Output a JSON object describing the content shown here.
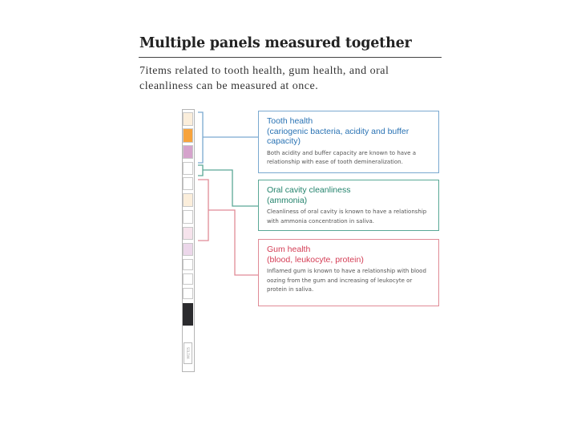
{
  "header": {
    "title": "Multiple panels measured together",
    "subtitle": "7items related to tooth health, gum health, and oral cleanliness can be measured at once."
  },
  "strip": {
    "pads": [
      {
        "color": "#fbeedb"
      },
      {
        "color": "#f7a33c"
      },
      {
        "color": "#d5a3cc"
      },
      {
        "color": "#ffffff"
      },
      {
        "color": "#ffffff"
      },
      {
        "color": "#fbeedb"
      },
      {
        "color": "#ffffff"
      },
      {
        "color": "#f6e3ec"
      },
      {
        "color": "#ecd7ea"
      },
      {
        "color": "#ffffff"
      },
      {
        "color": "#ffffff"
      },
      {
        "color": "#ffffff"
      },
      {
        "color": "#ffffff"
      }
    ],
    "label_text": "SILIVA"
  },
  "panels": {
    "tooth": {
      "title_line1": "Tooth health",
      "title_line2": "(cariogenic bacteria, acidity and buffer capacity)",
      "description": "Both acidity and buffer capacity are known to have a relationship with ease of tooth demineralization.",
      "color": "#7aa9d0"
    },
    "oral": {
      "title_line1": "Oral cavity cleanliness",
      "title_line2": "(ammonia)",
      "description": "Cleanliness of oral cavity is known to have a relationship with ammonia concentration in saliva.",
      "color": "#5aa896"
    },
    "gum": {
      "title_line1": "Gum health",
      "title_line2": "(blood, leukocyte, protein)",
      "description": "Inflamed gum is known to have a relationship with blood oozing from the gum and increasing of leukocyte or protein in saliva.",
      "color": "#e08b96"
    }
  }
}
